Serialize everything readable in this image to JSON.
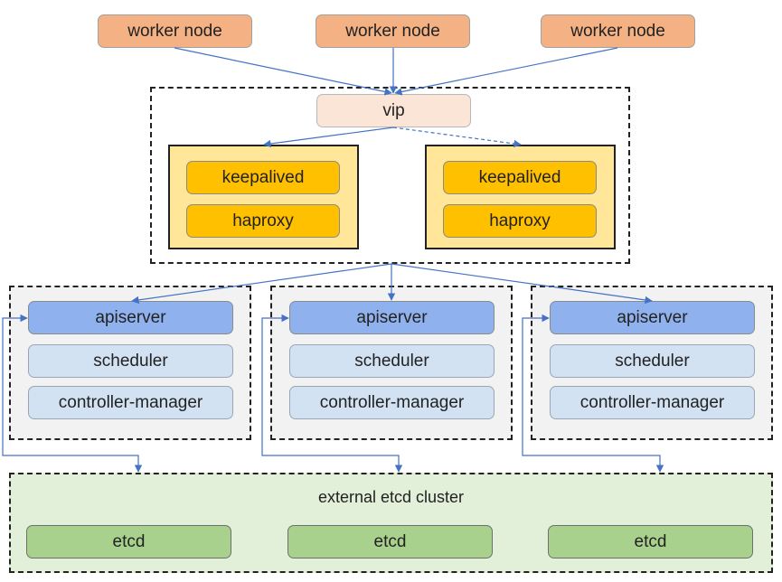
{
  "workers": [
    "worker node",
    "worker node",
    "worker node"
  ],
  "vip": "vip",
  "lb_groups": [
    {
      "keepalived": "keepalived",
      "haproxy": "haproxy"
    },
    {
      "keepalived": "keepalived",
      "haproxy": "haproxy"
    }
  ],
  "masters": [
    {
      "apiserver": "apiserver",
      "scheduler": "scheduler",
      "controller": "controller-manager"
    },
    {
      "apiserver": "apiserver",
      "scheduler": "scheduler",
      "controller": "controller-manager"
    },
    {
      "apiserver": "apiserver",
      "scheduler": "scheduler",
      "controller": "controller-manager"
    }
  ],
  "etcd_cluster": {
    "title": "external etcd cluster",
    "nodes": [
      "etcd",
      "etcd",
      "etcd"
    ]
  },
  "colors": {
    "worker": "#f4b183",
    "vip": "#fbe5d6",
    "lb_group": "#ffe699",
    "lb_item": "#ffc000",
    "apiserver": "#8fb1ee",
    "master_component": "#d2e2f3",
    "etcd_cluster": "#e2efd9",
    "etcd": "#a9d18e",
    "arrow": "#4472c4"
  }
}
